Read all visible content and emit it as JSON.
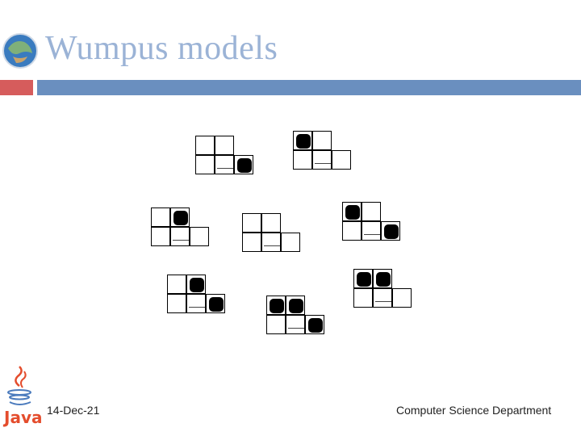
{
  "slide": {
    "title": "Wumpus models",
    "footer_date": "14-Dec-21",
    "footer_department": "Computer Science Department",
    "java_label": "Java"
  },
  "colors": {
    "title": "#9bb3d6",
    "bar_left": "#d65c5c",
    "bar_right": "#6a8fbf",
    "java": "#e44d2d"
  },
  "models": [
    {
      "pits": [
        "row1-col3"
      ]
    },
    {
      "pits": [
        "row2-col1"
      ]
    },
    {
      "pits": [
        "row2-col2"
      ]
    },
    {
      "pits": []
    },
    {
      "pits": [
        "row2-col1",
        "row1-col3"
      ]
    },
    {
      "pits": [
        "row2-col2",
        "row1-col3"
      ]
    },
    {
      "pits": [
        "row2-col1",
        "row2-col2",
        "row1-col3"
      ]
    },
    {
      "pits": [
        "row2-col1",
        "row2-col2"
      ]
    }
  ]
}
